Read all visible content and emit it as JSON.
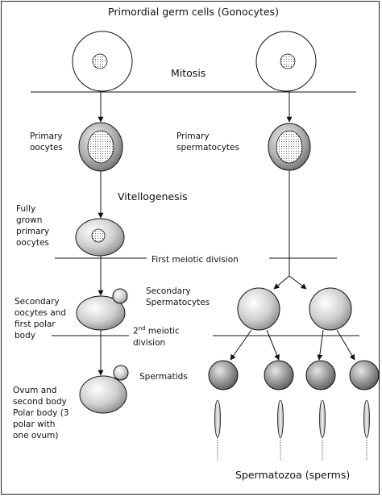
{
  "title": "Primordial germ cells (Gonocytes)",
  "labels": {
    "mitosis": "Mitosis",
    "primary_oocytes": "Primary oocytes",
    "primary_spermatocytes": "Primary spermatocytes",
    "vitellogenesis": "Vitellogenesis",
    "fully_grown": "Fully grown primary oocytes",
    "first_meiotic": "First meiotic division",
    "secondary_oocytes": "Secondary oocytes and first polar body",
    "secondary_spermatocytes": "Secondary Spermatocytes",
    "second_meiotic_ordinal": "2",
    "second_meiotic_sup": "nd",
    "second_meiotic_rest": " meiotic division",
    "spermatids": "Spermatids",
    "ovum": "Ovum and second body Polar body (3 polar with one ovum)",
    "spermatozoa": "Spermatozoa (sperms)"
  }
}
